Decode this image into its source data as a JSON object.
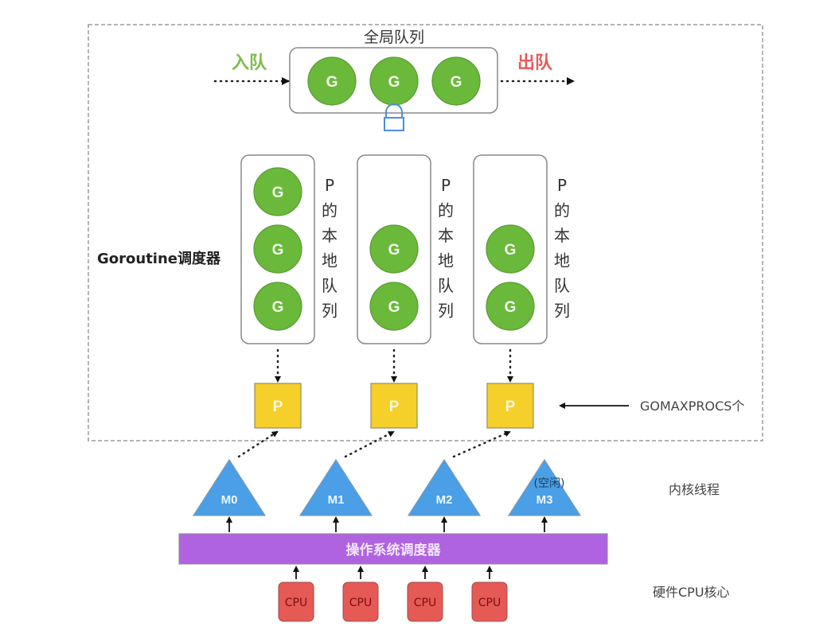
{
  "title": "Goroutine调度器",
  "colors": {
    "goroutine": "#6ab93a",
    "processor": "#f5cf2a",
    "machine": "#4a9fe6",
    "os_scheduler": "#b063e0",
    "cpu": "#e65a55",
    "enqueue": "#7cbc4a",
    "dequeue": "#e65a5a",
    "lock": "#4a90d9"
  },
  "global_queue": {
    "label": "全局队列",
    "enqueue_label": "入队",
    "dequeue_label": "出队",
    "goroutines": [
      "G",
      "G",
      "G"
    ],
    "lock_icon": "lock-icon"
  },
  "local_queues": [
    {
      "label_chars": [
        "P",
        "的",
        "本",
        "地",
        "队",
        "列"
      ],
      "goroutines": [
        "G",
        "G",
        "G"
      ],
      "processor": "P"
    },
    {
      "label_chars": [
        "P",
        "的",
        "本",
        "地",
        "队",
        "列"
      ],
      "goroutines": [
        "G",
        "G"
      ],
      "processor": "P"
    },
    {
      "label_chars": [
        "P",
        "的",
        "本",
        "地",
        "队",
        "列"
      ],
      "goroutines": [
        "G",
        "G"
      ],
      "processor": "P"
    }
  ],
  "gomaxprocs_label": "GOMAXPROCS个",
  "threads": {
    "label": "内核线程",
    "items": [
      {
        "name": "M0",
        "note": ""
      },
      {
        "name": "M1",
        "note": ""
      },
      {
        "name": "M2",
        "note": ""
      },
      {
        "name": "M3",
        "note": "(空闲)"
      }
    ]
  },
  "os_scheduler_label": "操作系统调度器",
  "cpus": {
    "label": "硬件CPU核心",
    "items": [
      "CPU",
      "CPU",
      "CPU",
      "CPU"
    ]
  }
}
